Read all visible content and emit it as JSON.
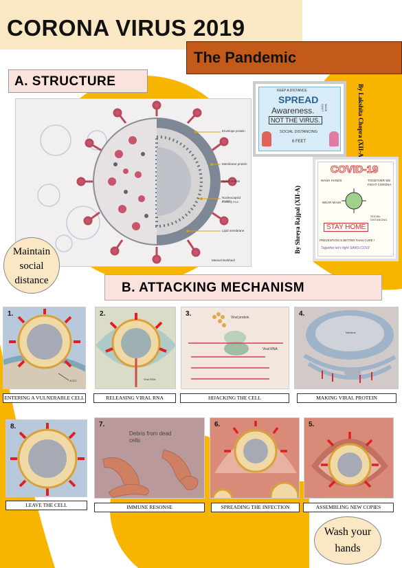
{
  "title": "CORONA VIRUS 2019",
  "subtitle": "The Pandemic",
  "section_a": "A. STRUCTURE",
  "section_b": "B. ATTACKING MECHANISM",
  "structure_labels": [
    "Envelope protein",
    "Membrane protein",
    "Spike protein",
    "Nucleocapsid protein",
    "Forming RNA",
    "Lipid membrane"
  ],
  "credit_structure": "Meenal Borkhadi",
  "poster1": {
    "lines": [
      "KEEP A DISTANCE",
      "SPREAD",
      "Awareness.",
      "NOT THE VIRUS.",
      "SOCIAL DISTANCING",
      "6 FEET",
      "MASK CAN'T"
    ],
    "author": "By Lakshita Chopra (XII-A)"
  },
  "poster2": {
    "lines": [
      "COVID-19",
      "WASH HANDS",
      "WEAR MASK",
      "TOGETHER WE FIGHT CORONA",
      "SOCIAL DISTANCING",
      "STAY HOME",
      "PREVENTION IS BETTER THAN CURE !",
      "Together let's fight SARS-COV2"
    ],
    "author": "By Shreya Rajpal (XII-A)"
  },
  "bubble_left": [
    "Maintain",
    "social",
    "distance"
  ],
  "bubble_right": [
    "Wash your",
    "hands"
  ],
  "steps": [
    {
      "num": "1.",
      "caption": "ENTERING A VULNERABLE CELL",
      "label": "ACE2"
    },
    {
      "num": "2.",
      "caption": "RELEASING VIRAL RNA",
      "label": "Viral RNA"
    },
    {
      "num": "3.",
      "caption": "HIJACKING THE CELL",
      "label": "Viral protein",
      "label2": "Viral RNA"
    },
    {
      "num": "4.",
      "caption": "MAKING VIRAL PROTEIN",
      "label": "Nucleus"
    },
    {
      "num": "8.",
      "caption": "LEAVE THE CELL"
    },
    {
      "num": "7.",
      "caption": "IMMUNE RESONSE",
      "label": "Debris from dead cells"
    },
    {
      "num": "6.",
      "caption": "SPREADING THE INFECTION"
    },
    {
      "num": "5.",
      "caption": "ASSEMBLING NEW COPIES"
    }
  ],
  "colors": {
    "bg_yellow": "#f7b500",
    "cream": "#fae7c3",
    "brown": "#c45a1a",
    "pink_box": "#fbe2dc"
  }
}
